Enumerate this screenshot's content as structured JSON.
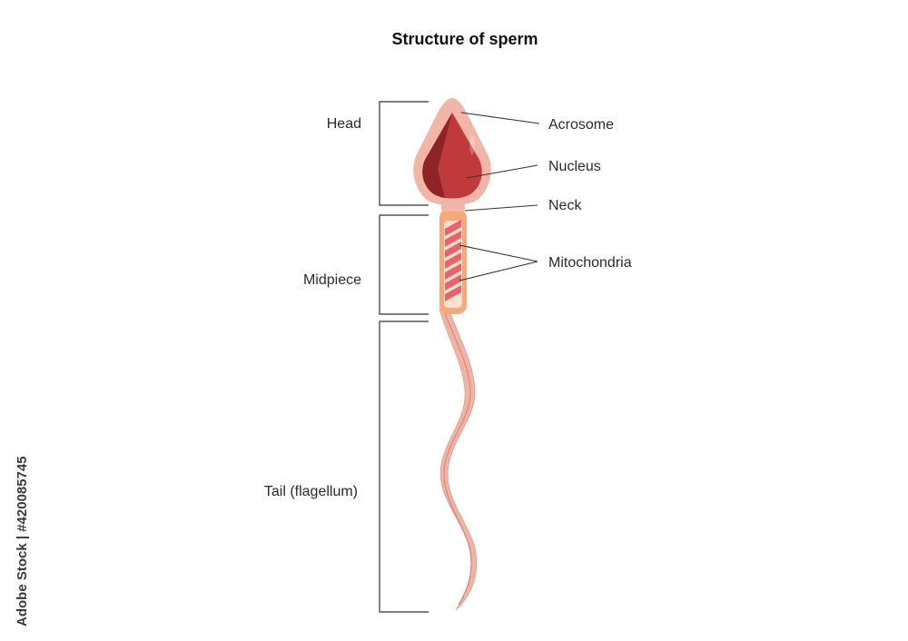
{
  "title": "Structure of sperm",
  "regions": {
    "head": "Head",
    "midpiece": "Midpiece",
    "tail": "Tail (flagellum)"
  },
  "parts": {
    "acrosome": "Acrosome",
    "nucleus": "Nucleus",
    "neck": "Neck",
    "mitochondria": "Mitochondria"
  },
  "watermark": "Adobe Stock | #420085745",
  "colors": {
    "acrosome": "#f2b6a8",
    "nucleus": "#c0393b",
    "nucleus_shadow": "#8e2328",
    "midpiece": "#f7a87b",
    "midpiece_inner": "#fde1d0",
    "mitochondria": "#e8646a",
    "tail": "#f0b4a6",
    "line": "#333333"
  }
}
